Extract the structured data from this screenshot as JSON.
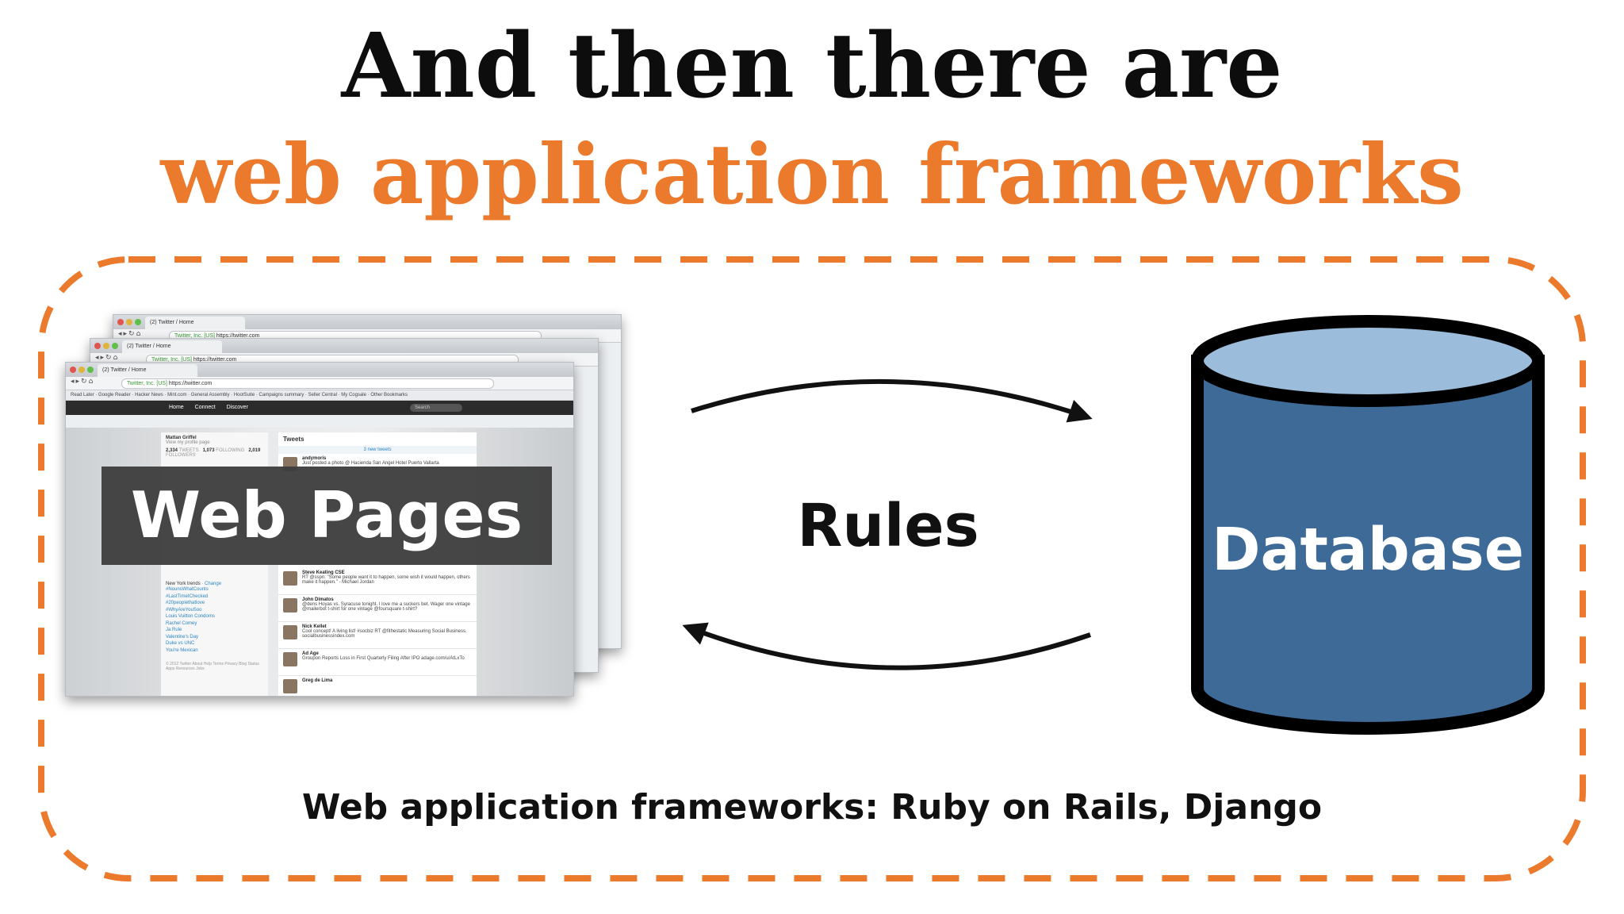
{
  "title": {
    "line1": "And then there are",
    "line2": "web application frameworks"
  },
  "colors": {
    "accent_orange": "#ec7a2d",
    "database_fill": "#3e6a98",
    "database_top": "#9bbcdb",
    "dark": "#0d0d0d"
  },
  "web_pages": {
    "label": "Web Pages",
    "browser": {
      "tab_title": "(2) Twitter / Home",
      "url_site": "Twitter, Inc. [US]",
      "url": "https://twitter.com",
      "bookmarks": [
        "Read Later",
        "Google Reader",
        "Hacker News",
        "Mint.com",
        "General Assembly",
        "HootSuite",
        "Campaigns summary",
        "Seller Central",
        "My Cogsale",
        "Other Bookmarks"
      ],
      "nav": [
        "Home",
        "Connect",
        "Discover"
      ],
      "search_placeholder": "Search",
      "profile_name": "Mattan Griffel",
      "profile_link": "View my profile page",
      "stats": [
        {
          "value": "2,334",
          "label": "TWEETS"
        },
        {
          "value": "1,073",
          "label": "FOLLOWING"
        },
        {
          "value": "2,019",
          "label": "FOLLOWERS"
        }
      ],
      "trends_title": "New York trends",
      "trends_change": "· Change",
      "trends": [
        "#NounsWhatCounts",
        "#LastTimeIChecked",
        "#20peoplethatlove",
        "#WhyAreYouSoo",
        "Louis Vuitton Condoms",
        "Rachel Comey",
        "Ja Rule",
        "Valentine's Day",
        "Duke vs UNC",
        "You're Mexican"
      ],
      "tweets_header": "Tweets",
      "new_tweets": "3 new tweets",
      "tweets": [
        {
          "name": "andymoris",
          "text": "Just posted a photo @ Hacienda San Angel Hotel Puerto Vallarta"
        },
        {
          "name": "Steve Keating CSE",
          "text": "RT @sspn: \"Some people want it to happen, some wish it would happen, others make it happen.\" - Michael Jordan"
        },
        {
          "name": "John Dimatos",
          "text": "@dens Hoyas vs. Syracuse tonight. I love me a suckers bet. Wager one vintage @mailerbot t-shirt for one vintage @foursquare t-shirt?"
        },
        {
          "name": "Nick Kellet",
          "text": "Cool concept! A living list! #socbiz RT @fithestatic Measuring Social Business. socialbusinessindex.com"
        },
        {
          "name": "Ad Age",
          "text": "Groupon Reports Loss in First Quarterly Filing After IPO adage.com/u/AtLxTo"
        },
        {
          "name": "Greg de Lima",
          "text": ""
        }
      ],
      "footer": "© 2012 Twitter About Help Terms Privacy Blog Status Apps Resources Jobs"
    }
  },
  "rules": {
    "label": "Rules"
  },
  "database": {
    "label": "Database"
  },
  "caption": "Web application frameworks: Ruby on Rails, Django"
}
